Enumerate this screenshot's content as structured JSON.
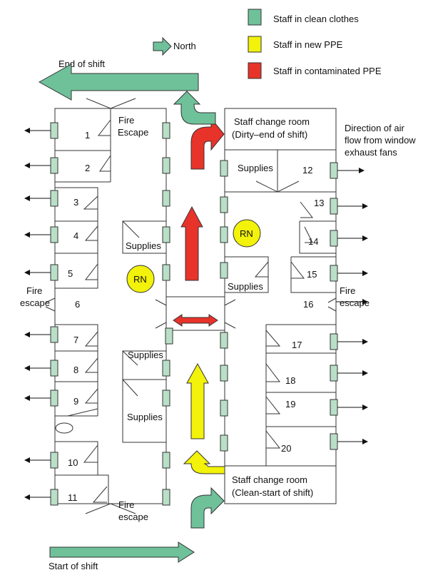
{
  "legend": {
    "clean": {
      "label": "Staff in clean clothes",
      "color": "#6fc19a"
    },
    "new_ppe": {
      "label": "Staff in new PPE",
      "color": "#f2f20a"
    },
    "contaminated": {
      "label": "Staff in contaminated PPE",
      "color": "#e8332a"
    }
  },
  "north": "North",
  "end_of_shift": "End of shift",
  "start_of_shift": "Start of shift",
  "fire_escape_top_a": "Fire",
  "fire_escape_top_b": "Escape",
  "fire_escape_left_a": "Fire",
  "fire_escape_left_b": "escape",
  "fire_escape_right_a": "Fire",
  "fire_escape_right_b": "escape",
  "fire_escape_bottom_a": "Fire",
  "fire_escape_bottom_b": "escape",
  "air_flow": [
    "Direction of air",
    "flow from window",
    "exhaust fans"
  ],
  "change_room_dirty": [
    "Staff change room",
    "(Dirty–end of shift)"
  ],
  "change_room_clean": [
    "Staff change room",
    "(Clean-start of shift)"
  ],
  "supplies": "Supplies",
  "rn": "RN",
  "rooms": [
    "1",
    "2",
    "3",
    "4",
    "5",
    "6",
    "7",
    "8",
    "9",
    "10",
    "11",
    "12",
    "13",
    "14",
    "15",
    "16",
    "17",
    "18",
    "19",
    "20"
  ],
  "colors": {
    "window": "#b9dfc8",
    "rn": "#f2f20a",
    "line": "#333333"
  }
}
